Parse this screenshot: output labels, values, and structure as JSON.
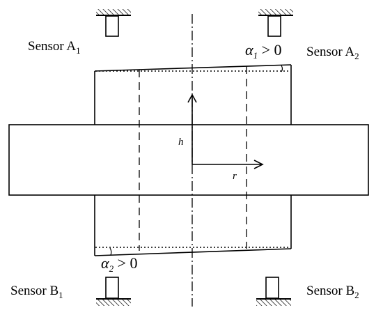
{
  "sensors": {
    "a1": {
      "base": "Sensor A",
      "sub": "1"
    },
    "a2": {
      "base": "Sensor A",
      "sub": "2"
    },
    "b1": {
      "base": "Sensor B",
      "sub": "1"
    },
    "b2": {
      "base": "Sensor B",
      "sub": "2"
    }
  },
  "angles": {
    "alpha1": {
      "sym": "α",
      "sub": "1",
      "rest": " > 0"
    },
    "alpha2": {
      "sym": "α",
      "sub": "2",
      "rest": " > 0"
    }
  },
  "axes": {
    "h": "h",
    "r": "r"
  }
}
